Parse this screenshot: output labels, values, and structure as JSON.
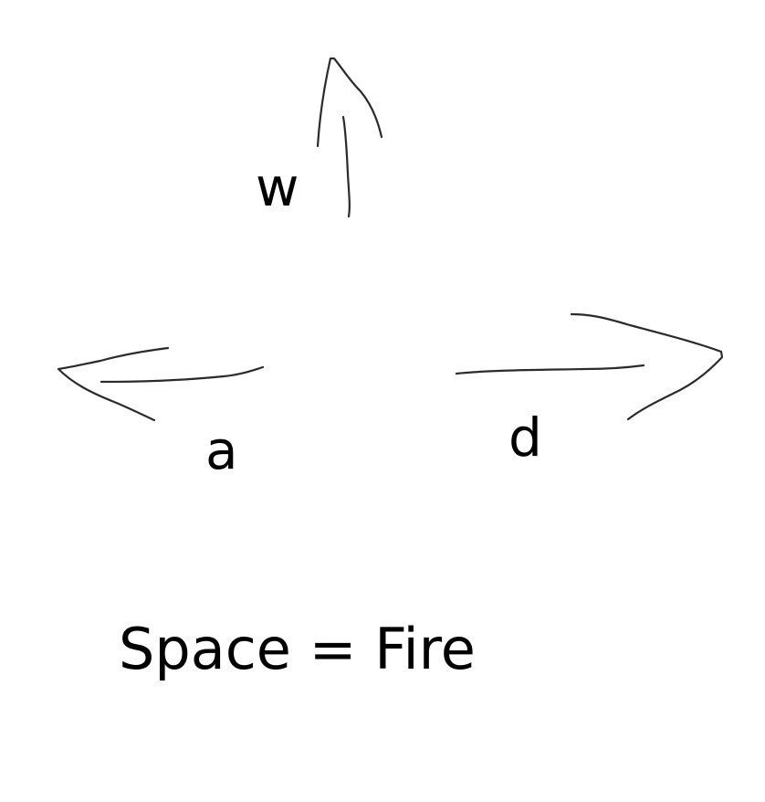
{
  "controls": {
    "up_key": "w",
    "left_key": "a",
    "right_key": "d",
    "fire_instruction": "Space = Fire"
  },
  "icons": {
    "up": "hand-drawn-up-arrow-icon",
    "left": "hand-drawn-left-arrow-icon",
    "right": "hand-drawn-right-arrow-icon"
  },
  "colors": {
    "background": "#ffffff",
    "text": "#000000",
    "stroke": "#2b2b2b"
  }
}
